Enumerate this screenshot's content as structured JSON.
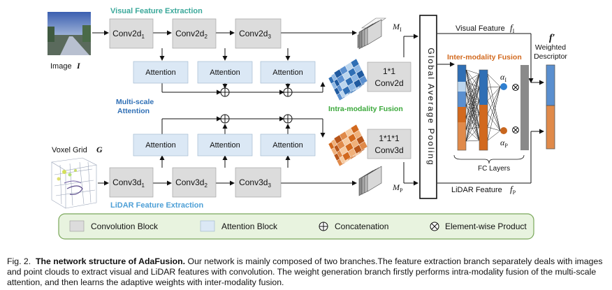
{
  "figure": {
    "input_image_label": "Image",
    "input_image_symbol": "I",
    "voxel_label": "Voxel Grid",
    "voxel_symbol": "G",
    "visual_extraction_title": "Visual Feature Extraction",
    "lidar_extraction_title": "LiDAR Feature Extraction",
    "multiscale_label_1": "Multi-scale",
    "multiscale_label_2": "Attention",
    "intra_fusion_label": "Intra-modality Fusion",
    "inter_fusion_label": "Inter-modality Fusion",
    "conv2d": [
      "Conv2d",
      "Conv2d",
      "Conv2d"
    ],
    "conv2d_sub": [
      "1",
      "2",
      "3"
    ],
    "conv3d": [
      "Conv3d",
      "Conv3d",
      "Conv3d"
    ],
    "conv3d_sub": [
      "1",
      "2",
      "3"
    ],
    "attention_label": "Attention",
    "conv2d_fuse_line1": "1*1",
    "conv2d_fuse_line2": "Conv2d",
    "conv3d_fuse_line1": "1*1*1",
    "conv3d_fuse_line2": "Conv3d",
    "gap_label": "Global Average Pooling",
    "m_i": "M",
    "m_i_sub": "I",
    "m_p": "M",
    "m_p_sub": "P",
    "visual_feature": "Visual Feature",
    "visual_feature_symbol": "f",
    "visual_feature_sub": "I",
    "lidar_feature": "LiDAR Feature",
    "lidar_feature_symbol": "f",
    "lidar_feature_sub": "P",
    "alpha_i": "α",
    "alpha_i_sub": "I",
    "alpha_p": "α",
    "alpha_p_sub": "P",
    "fc_layers": "FC Layers",
    "weighted_symbol": "f′",
    "weighted_label_1": "Weighted",
    "weighted_label_2": "Descriptor"
  },
  "legend": {
    "convolution_block": "Convolution Block",
    "attention_block": "Attention Block",
    "concatenation": "Concatenation",
    "elementwise_product": "Element-wise Product"
  },
  "caption": {
    "prefix": "Fig. 2.",
    "bold": "The network structure of AdaFusion.",
    "text": "Our network is mainly composed of two branches.The feature extraction branch separately deals with images and point clouds to extract visual and LiDAR features with convolution. The weight generation branch firstly performs intra-modality fusion of the multi-scale attention, and then learns the adaptive weights with inter-modality fusion."
  },
  "colors": {
    "conv_fill": "#dcdcdc",
    "attention_fill": "#dbe8f5",
    "visual_title": "#3aa89a",
    "lidar_title": "#4d9fd6",
    "multiscale": "#2f6fb5",
    "intra": "#3aa83a",
    "inter": "#d2691e",
    "blue_feature": "#2f6fb5",
    "orange_feature": "#d2691e",
    "legend_bg": "#e8f3df",
    "legend_border": "#7aa85a"
  }
}
